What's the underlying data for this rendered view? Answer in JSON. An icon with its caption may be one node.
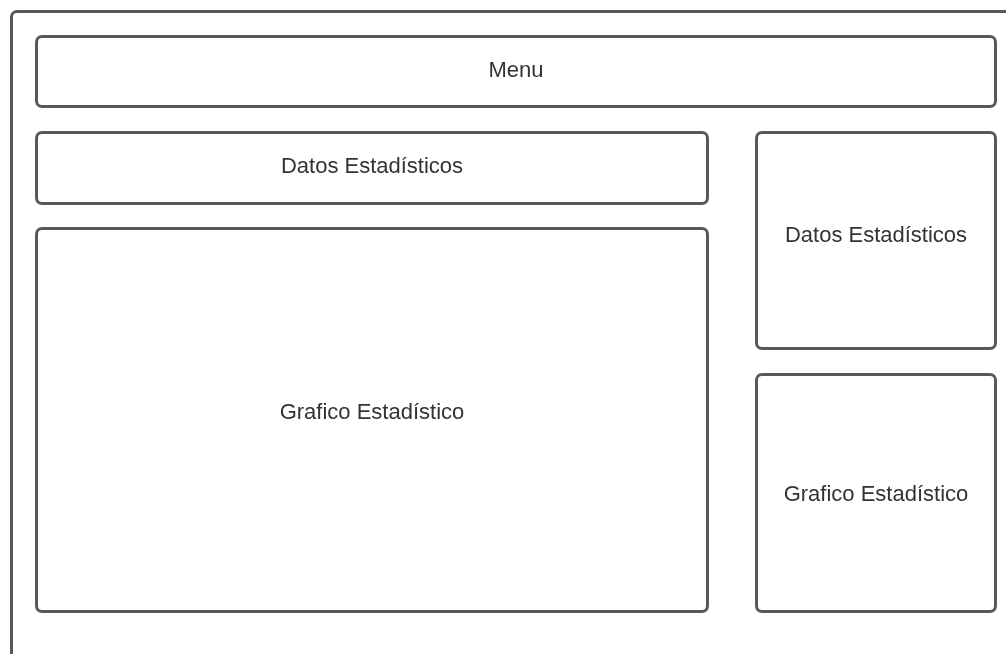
{
  "diagram": {
    "nodes": [
      {
        "text": [],
        "shape": "box"
      },
      {
        "text": [
          "Menu"
        ],
        "in": 0
      },
      {
        "text": [
          "Datos Estadísticos"
        ],
        "in": 0
      },
      {
        "text": [
          "Grafico Estadístico"
        ],
        "in": 0
      },
      {
        "text": [
          "Datos Estadísticos"
        ],
        "in": 0
      },
      {
        "text": [
          "Grafico Estadístico"
        ],
        "in": 0
      }
    ]
  }
}
